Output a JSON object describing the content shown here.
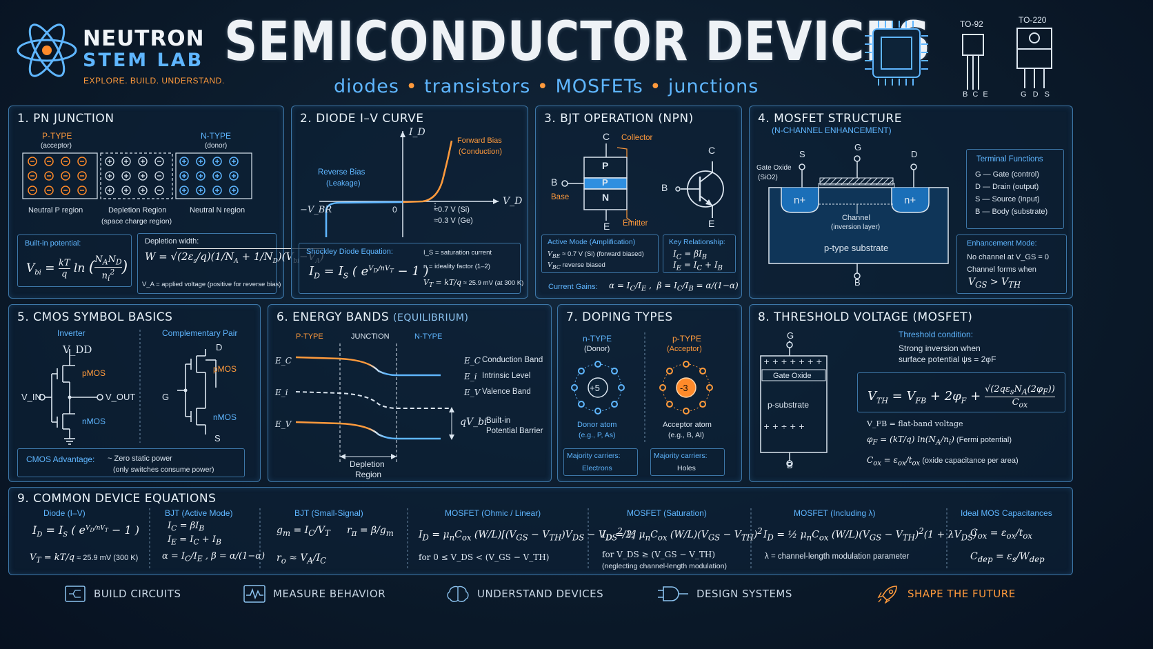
{
  "brand": {
    "line1": "NEUTRON",
    "line2": "STEM LAB",
    "tagline": "EXPLORE. BUILD. UNDERSTAND."
  },
  "header": {
    "title": "SEMICONDUCTOR DEVICES",
    "subtitle": {
      "a": "diodes",
      "b": "transistors",
      "c": "MOSFETs",
      "d": "junctions"
    },
    "pkg1": {
      "name": "TO-92",
      "pins": "B C E"
    },
    "pkg2": {
      "name": "TO-220",
      "pins": "G D S"
    }
  },
  "p1": {
    "title": "1. PN JUNCTION",
    "ptype": "P-TYPE",
    "ptype_sub": "(acceptor)",
    "ntype": "N-TYPE",
    "ntype_sub": "(donor)",
    "lbl_p": "Neutral P region",
    "lbl_dep": "Depletion Region",
    "lbl_dep2": "(space charge region)",
    "lbl_n": "Neutral N region",
    "builtin": "Built-in potential:",
    "depletion": "Depletion width:",
    "va_note": "V_A = applied voltage (positive for reverse bias)"
  },
  "p2": {
    "title": "2. DIODE I–V CURVE",
    "fwd": "Forward Bias",
    "fwd2": "(Conduction)",
    "rev": "Reverse Bias",
    "rev2": "(Leakage)",
    "id": "I_D",
    "vd": "V_D",
    "vbr": "−V_BR",
    "zero": "0",
    "si": "≈0.7 V (Si)",
    "ge": "≈0.3 V (Ge)",
    "shockley": "Shockley Diode Equation:",
    "is": "I_S = saturation current",
    "n": "n = ideality factor (1–2)",
    "vt": "≈ 25.9 mV (at 300 K)"
  },
  "p3": {
    "title": "3. BJT OPERATION (NPN)",
    "c": "C",
    "collector": "Collector",
    "b": "B",
    "base": "Base",
    "e": "E",
    "emitter": "Emitter",
    "layers": [
      "P",
      "P",
      "N"
    ],
    "active": "Active Mode (Amplification)",
    "vbe": "≈ 0.7 V (Si) (forward biased)",
    "vbc": "reverse biased",
    "key": "Key Relationship:",
    "gains": "Current Gains:"
  },
  "p4": {
    "title": "4. MOSFET STRUCTURE",
    "sub": "(N-CHANNEL ENHANCEMENT)",
    "s": "S",
    "g": "G",
    "d": "D",
    "b": "B",
    "oxide": "Gate Oxide",
    "oxide2": "(SiO2)",
    "nplus": "n+",
    "channel": "Channel",
    "channel2": "(inversion layer)",
    "substrate": "p-type substrate",
    "tf_title": "Terminal Functions",
    "tf": [
      "G — Gate (control)",
      "D — Drain (output)",
      "S — Source (input)",
      "B — Body (substrate)"
    ],
    "enh": "Enhancement Mode:",
    "enh1": "No channel at V_GS = 0",
    "enh2": "Channel forms when"
  },
  "p5": {
    "title": "5. CMOS SYMBOL BASICS",
    "inverter": "Inverter",
    "pair": "Complementary Pair",
    "vdd": "V_DD",
    "vin": "V_IN",
    "vout": "V_OUT",
    "pmos": "pMOS",
    "nmos": "nMOS",
    "g": "G",
    "d": "D",
    "s": "S",
    "adv": "CMOS Advantage:",
    "adv1": "~ Zero static power",
    "adv2": "(only switches consume power)"
  },
  "p6": {
    "title": "6. ENERGY BANDS",
    "title_sub": "(EQUILIBRIUM)",
    "ptype": "P-TYPE",
    "junction": "JUNCTION",
    "ntype": "N-TYPE",
    "ec": "E_C",
    "ei": "E_i",
    "ev": "E_V",
    "l1": "Conduction Band",
    "l2": "Intrinsic Level",
    "l3": "Valence Band",
    "qvbi": "qV_bi",
    "bp1": "Built-in",
    "bp2": "Potential Barrier",
    "dep1": "Depletion",
    "dep2": "Region"
  },
  "p7": {
    "title": "7. DOPING TYPES",
    "n": "n-TYPE",
    "n2": "(Donor)",
    "p": "p-TYPE",
    "p2": "(Acceptor)",
    "plus5": "+5",
    "minus3": "-3",
    "donor": "Donor atom",
    "donor2": "(e.g., P, As)",
    "acc": "Acceptor atom",
    "acc2": "(e.g., B, Al)",
    "maj": "Majority carriers:",
    "elec": "Electrons",
    "holes": "Holes"
  },
  "p8": {
    "title": "8. THRESHOLD VOLTAGE (MOSFET)",
    "g": "G",
    "b": "B",
    "oxide": "Gate Oxide",
    "sub": "p-substrate",
    "cond": "Threshold condition:",
    "c1": "Strong inversion when",
    "c2": "surface potential ψs = 2φF",
    "vfb": "V_FB = flat-band voltage",
    "fermi": "(Fermi potential)",
    "cox": "(oxide capacitance per area)"
  },
  "p9": {
    "title": "9. COMMON DEVICE EQUATIONS",
    "h": [
      "Diode (I–V)",
      "BJT (Active Mode)",
      "BJT (Small-Signal)",
      "MOSFET (Ohmic / Linear)",
      "MOSFET (Saturation)",
      "MOSFET (Including λ)",
      "Ideal MOS Capacitances"
    ],
    "vt": "≈ 25.9 mV (300 K)",
    "ohm_cond": "for 0 ≤ V_DS < (V_GS − V_TH)",
    "sat_cond": "for V_DS ≥ (V_GS − V_TH)",
    "sat_note": "(neglecting channel-length modulation)",
    "lambda": "λ = channel-length modulation parameter"
  },
  "footer": [
    "BUILD CIRCUITS",
    "MEASURE BEHAVIOR",
    "UNDERSTAND DEVICES",
    "DESIGN SYSTEMS",
    "SHAPE THE FUTURE"
  ],
  "colors": {
    "accent": "#5fb6ff",
    "orange": "#ff9a3c",
    "border": "#3d77a8"
  }
}
